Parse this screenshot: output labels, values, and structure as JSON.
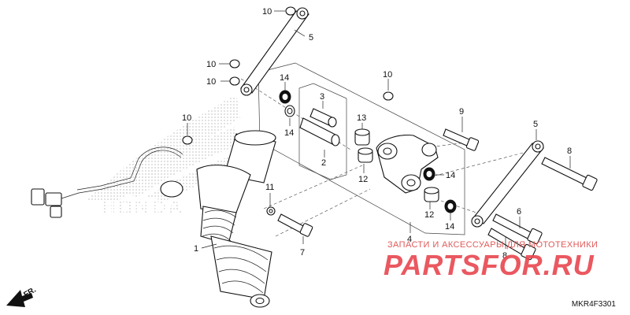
{
  "diagram": {
    "code": "MKR4F3301",
    "direction_label": "FR.",
    "brand_watermark": "HONDA",
    "watermark_text": "ЗАПАСТИ И АКСЕССУАРЫ ДЛЯ МОТОТЕХНИКИ",
    "watermark_logo": "PARTSFOR.RU"
  },
  "callouts": [
    {
      "num": "10",
      "part": "nut-top"
    },
    {
      "num": "5",
      "part": "tie-rod-upper"
    },
    {
      "num": "10",
      "part": "nut-left-1"
    },
    {
      "num": "10",
      "part": "nut-left-2"
    },
    {
      "num": "14",
      "part": "seal-upper"
    },
    {
      "num": "14",
      "part": "seal-lower"
    },
    {
      "num": "3",
      "part": "collar"
    },
    {
      "num": "2",
      "part": "collar-long"
    },
    {
      "num": "10",
      "part": "nut-center"
    },
    {
      "num": "13",
      "part": "bearing"
    },
    {
      "num": "12",
      "part": "bearing-lower"
    },
    {
      "num": "9",
      "part": "bolt-right"
    },
    {
      "num": "5",
      "part": "tie-rod-right"
    },
    {
      "num": "8",
      "part": "bolt-far-right"
    },
    {
      "num": "14",
      "part": "seal-right-1"
    },
    {
      "num": "12",
      "part": "bearing-right"
    },
    {
      "num": "14",
      "part": "seal-right-2"
    },
    {
      "num": "4",
      "part": "shock-arm"
    },
    {
      "num": "6",
      "part": "bolt-6"
    },
    {
      "num": "8",
      "part": "bolt-8-lower"
    },
    {
      "num": "10",
      "part": "nut-shock"
    },
    {
      "num": "11",
      "part": "washer"
    },
    {
      "num": "7",
      "part": "bolt-7"
    },
    {
      "num": "1",
      "part": "shock-absorber"
    }
  ]
}
